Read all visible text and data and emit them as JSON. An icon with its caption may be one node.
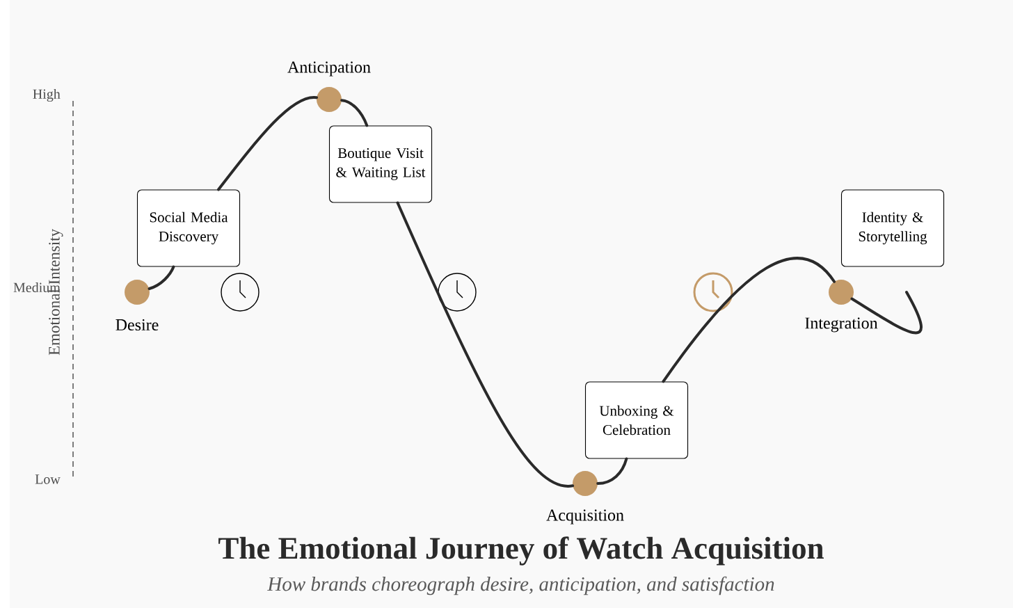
{
  "diagram": {
    "title": "The Emotional Journey of Watch Acquisition",
    "caption": "How brands choreograph desire, anticipation, and satisfaction",
    "nodes": [
      {
        "text": [],
        "shape": "circle",
        "beside": [
          "Desire"
        ]
      },
      {
        "text": [
          "Social Media Discovery"
        ]
      },
      {
        "text": [],
        "shape": "circle",
        "beside": [
          "Anticipation"
        ]
      },
      {
        "text": [
          "Boutique Visit & Waiting List"
        ]
      },
      {
        "text": [],
        "shape": "circle",
        "beside": [
          "Acquisition"
        ]
      },
      {
        "text": [
          "Unboxing & Celebration"
        ]
      },
      {
        "text": [],
        "shape": "circle",
        "beside": [
          "Integration"
        ]
      },
      {
        "text": [
          "Identity & Storytelling"
        ]
      }
    ],
    "edges": [
      {
        "from": 0,
        "to": 1,
        "arrow": "none"
      },
      {
        "from": 1,
        "to": 2,
        "arrow": "none"
      },
      {
        "from": 2,
        "to": 3,
        "arrow": "none"
      },
      {
        "from": 3,
        "to": 4,
        "arrow": "none"
      },
      {
        "from": 4,
        "to": 5,
        "arrow": "none"
      },
      {
        "from": 5,
        "to": 6,
        "arrow": "none"
      },
      {
        "from": 6,
        "to": null,
        "arrow": "none"
      }
    ],
    "labels": [
      "High",
      "Medium",
      "Low",
      "Emotional Intensity"
    ]
  }
}
